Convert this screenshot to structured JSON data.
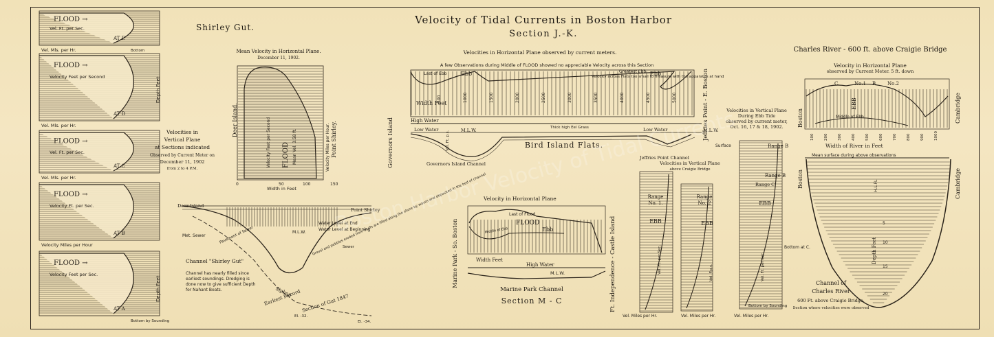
{
  "title": {
    "main": "Velocity of Tidal Currents in Boston Harbor",
    "section": "Section J.-K."
  },
  "shirley_gut": {
    "heading": "Shirley Gut.",
    "panels": [
      {
        "id": "E",
        "flood": "FLOOD",
        "velocity_label": "Vel. Ft. per Sec.",
        "at": "AT E",
        "miles_label": "Vel. Mls. per Hr.",
        "bottom": "Bottom"
      },
      {
        "id": "D",
        "flood": "FLOOD",
        "velocity_label": "Velocity Feet per Second",
        "at": "AT D",
        "miles_label": "Vel. Mls. per Hr."
      },
      {
        "id": "C",
        "flood": "FLOOD",
        "velocity_label": "Vel. Ft. per Sec.",
        "at": "AT C",
        "miles_label": "Vel. Mls. per Hr."
      },
      {
        "id": "B",
        "flood": "FLOOD",
        "velocity_label": "Velocity Ft. per Sec.",
        "at": "AT B",
        "miles_label": "Velocity Miles per Hour"
      },
      {
        "id": "A",
        "flood": "FLOOD",
        "velocity_label": "Velocity Feet per Sec.",
        "at": "AT A",
        "bottom": "Bottom by Sounding"
      }
    ],
    "depth_label": "Depth Feet",
    "vertical_note": [
      "Velocities in",
      "Vertical Plane",
      "at Sections indicated",
      "Observed by Current Meter on",
      "December 11, 1902",
      "from 2 to 4 P.M."
    ],
    "horizontal_title": [
      "Mean Velocity in Horizontal Plane.",
      "December 11, 1902."
    ],
    "deer_island": "Deer Island.",
    "point_shirley": "Point Shirley.",
    "velocity_fps": "Velocity Feet per Second",
    "velocity_mph": "Velocity Miles per Hour.",
    "flood": "FLOOD",
    "mean_vel": "Mean Vel. 3.58 ft.",
    "width_label": "Width in Feet",
    "width_ticks": [
      "0",
      "50",
      "100",
      "150"
    ],
    "deer_island_label": "Deer Island",
    "point_shirley_label": "Point Shirley",
    "water_end": "Water Level at End",
    "water_begin": "Water Level at Beginning",
    "mlw": "M.L.W.",
    "met_sewer": "Met. Sewer",
    "pavement": "Pavement of Sewer",
    "gravel_note": "Gravel and pebbles eroded from bluffs are filled along the shore by waves and deposited in the bed of channel",
    "channel": "Channel \"Shirley Gut\"",
    "siphon": "Siphon",
    "earliest": "Earliest Record",
    "section_gut": "Section of Gut 1847",
    "el32": "El. -32.",
    "el34": "El. -34.",
    "sewer": "Sewer",
    "channel_note": [
      "Channel has nearly filled since",
      "earliest soundings. Dredging is",
      "done now to give sufficient Depth",
      "for Nahant Boats."
    ]
  },
  "bird_island": {
    "title": "Velocities in Horizontal Plane  observed by current meters.",
    "note": "A few Observations during Middle of FLOOD showed no appreciable Velocity across this Section",
    "governors_island": "Governors Island",
    "jeffries_point": "Jeffries Point - E. Boston",
    "last_of_ebb": "Last of Ebb",
    "ebb": "Ebb",
    "greatest_ebb": "Greatest Ebb",
    "velocity_note": "Velocity across Flats too small to measure with the apparatus at hand",
    "width_feet": "Width  Feet",
    "width_ticks": [
      "500",
      "1000",
      "1500",
      "2000",
      "2500",
      "3000",
      "3500",
      "4000",
      "4500",
      "5000"
    ],
    "high_water": "High Water",
    "low_water": "Low Water",
    "low_water_right": "Low Water",
    "mlw": "M.L.W.",
    "eel_grass": "Thick high Eel Grass",
    "flats": "Bird Island Flats.",
    "vel_fps": "Vel. Ft. p.s.",
    "gov_channel": "Governors Island Channel",
    "jeff_channel": "Jeffries Point Channel"
  },
  "marine_park": {
    "title": "Velocity in Horizontal Plane",
    "marine_park_label": "Marine Park - So. Boston",
    "fort": "Ft. Independence - Castle Island",
    "last_of_flood": "Last of Flood",
    "flood": "FLOOD",
    "ebb": "Ebb",
    "middle_ebb": "Middle of Ebb",
    "width_feet": "Width   Feet",
    "high_water": "High Water",
    "mlw": "M.L.W.",
    "channel": "Marine Park Channel",
    "section": "Section M - C"
  },
  "charles_vertical": {
    "title": [
      "Velocities in Vertical Plane",
      "During Ebb Tide",
      "observed by current meter,",
      "Oct. 16, 17 & 18, 1902."
    ],
    "title2": [
      "Velocities in Vertical Plane",
      "above Craigie Bridge"
    ],
    "range1": [
      "Range",
      "No. 1."
    ],
    "range2": [
      "Range",
      "No. 2"
    ],
    "rangeB": "Range B",
    "rangeC": "Range C",
    "ebb": "EBB",
    "surface": "Surface",
    "bottom_c": "Bottom at C.",
    "bottom_sounding": "Bottom by Sounding",
    "vel_fps": "Vel. Ft. per Sec.",
    "vel_fps2": "Vel. F.p.s.",
    "vel_mph1": "Vel. Miles per Hr.",
    "vel_mph2": "Vel. Miles per Hr.",
    "vel_mph3": "Vel. Miles per Hr."
  },
  "charles_river": {
    "title": "Charles River - 600 ft. above Craigie Bridge",
    "subtitle": [
      "Velocity in Horizontal Plane",
      "observed by Current Meter. 5 ft. down"
    ],
    "boston": "Boston",
    "cambridge": "Cambridge",
    "ebb": "EBB",
    "middle": "Middle of Ebb",
    "width": "Width of River in Feet",
    "width_ticks": [
      "100",
      "200",
      "300",
      "400",
      "500",
      "600",
      "700",
      "800",
      "900",
      "1000"
    ],
    "mean_surface": "Mean surface during above observations",
    "hl": "H.L.FL",
    "depth": "Depth Feet",
    "depth_ticks": [
      "5",
      "10",
      "15",
      "20"
    ],
    "channel": [
      "Channel of",
      "Charles River",
      "600 Ft. above Craigie Bridge.",
      "Section where velocities were observed"
    ],
    "labels": [
      "C.",
      "No.1",
      "B.",
      "No.2"
    ]
  },
  "watermark": "Boston Harbor Velocity of Tidal Currents"
}
